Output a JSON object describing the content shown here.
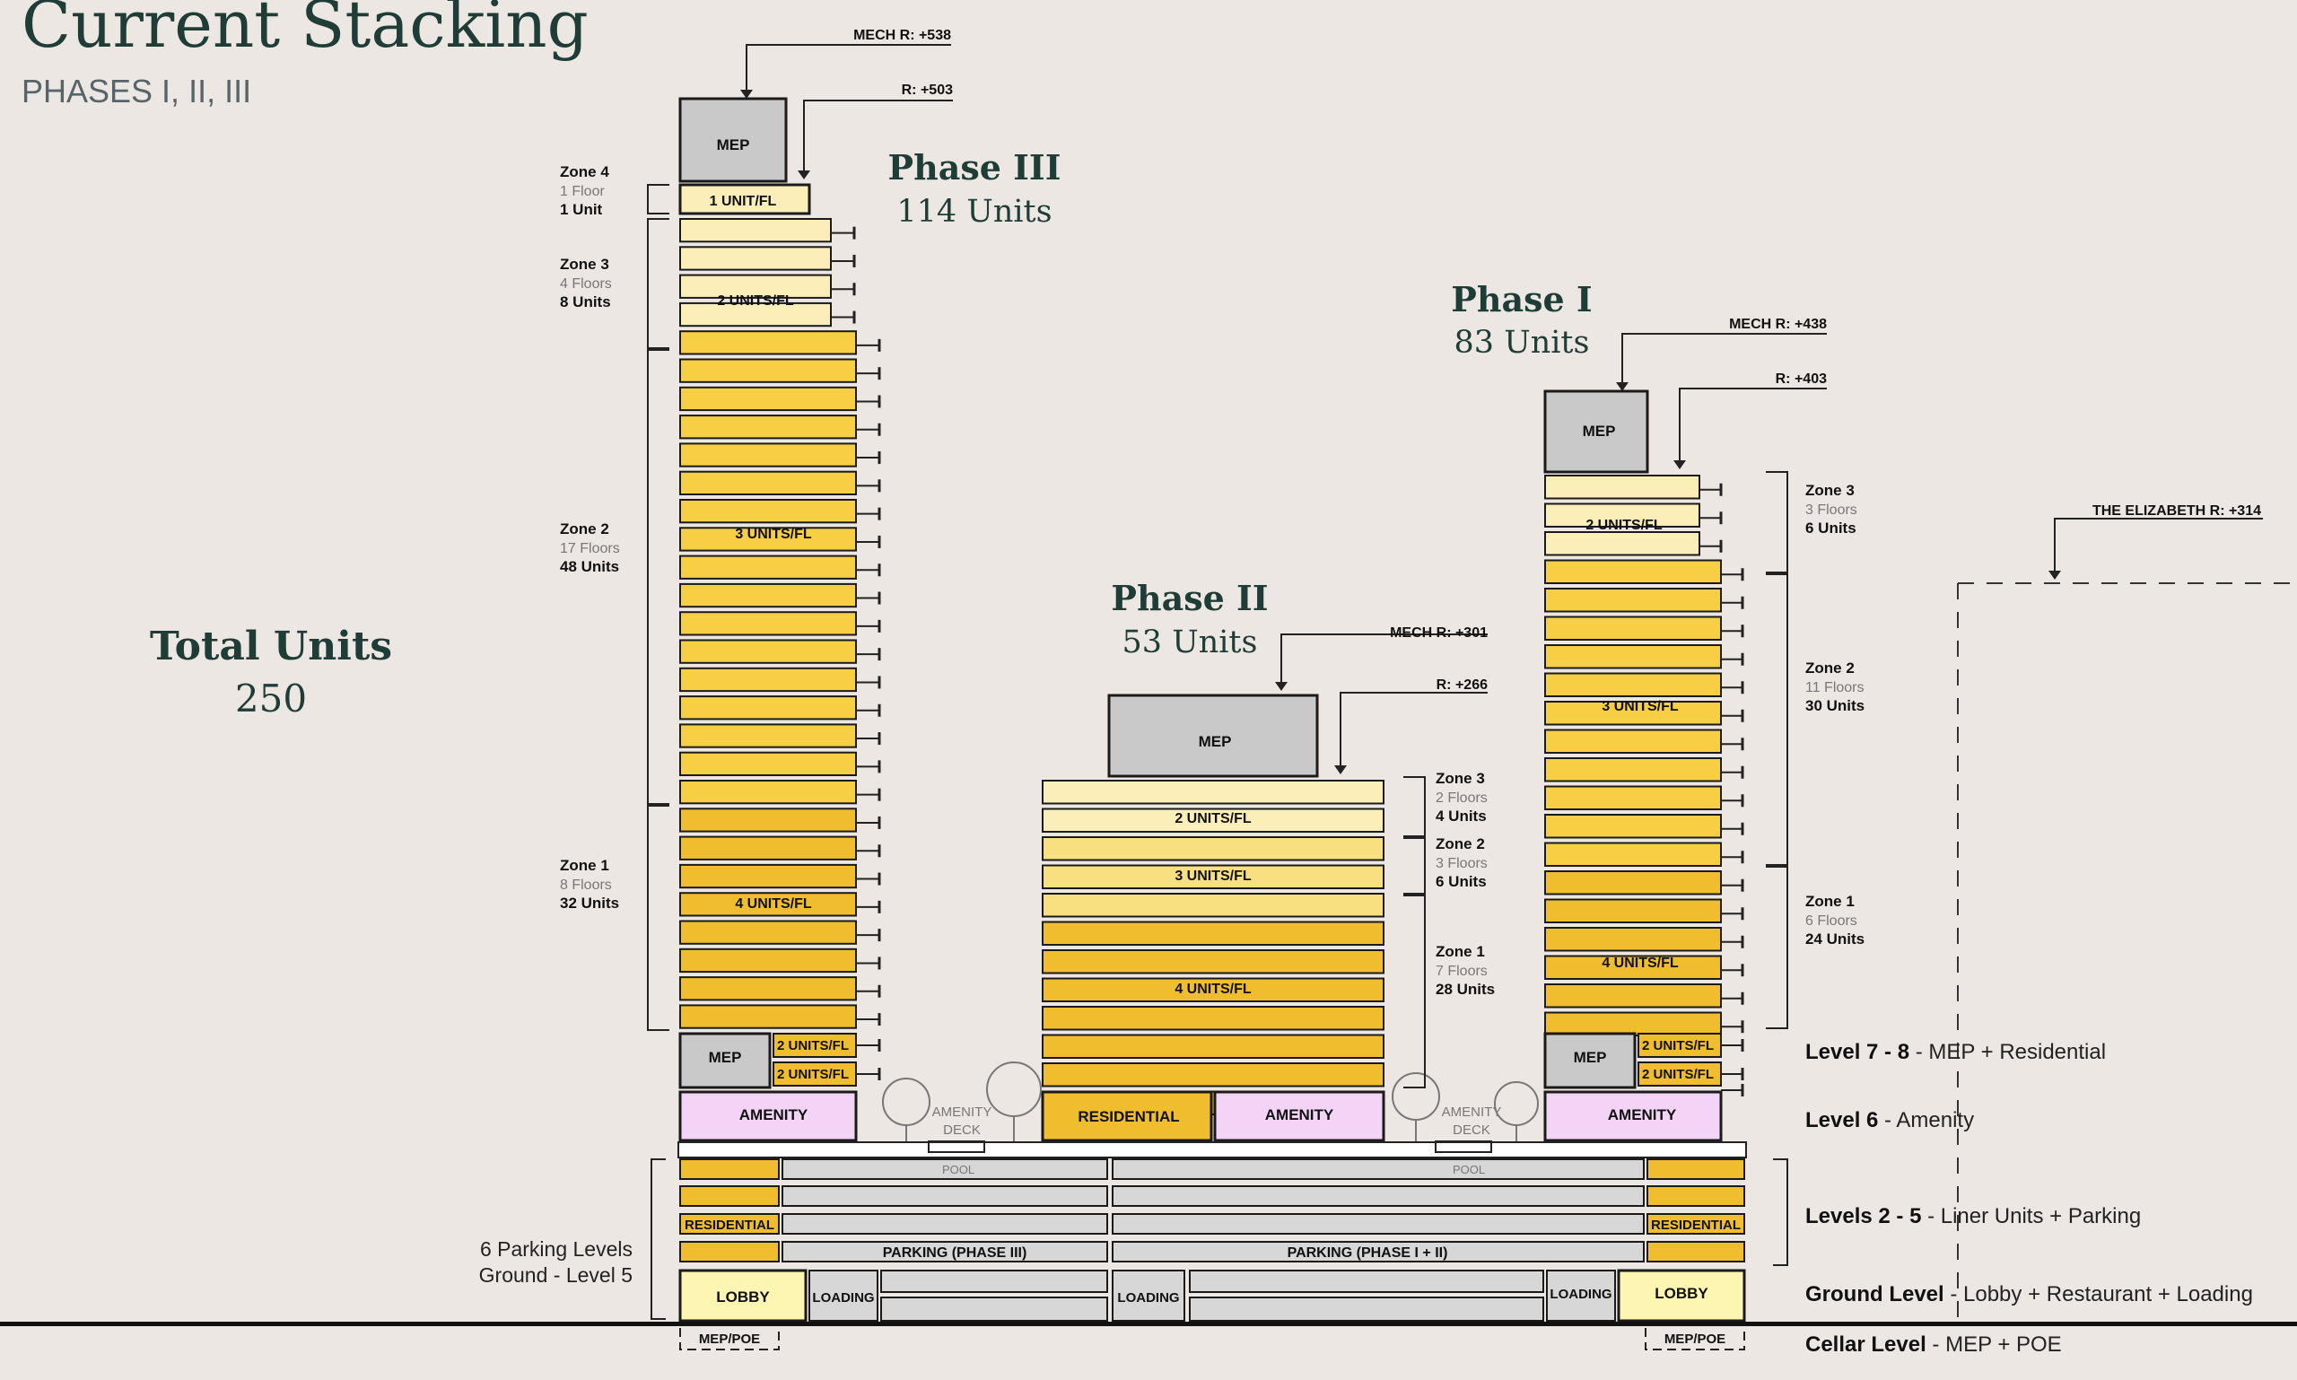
{
  "title": "Current Stacking",
  "subtitle": "PHASES I, II, III",
  "total": {
    "label": "Total Units",
    "value": "250"
  },
  "phase3": {
    "name": "Phase III",
    "units": "114 Units",
    "mech": "MECH R: +538",
    "roof": "R: +503"
  },
  "phase2": {
    "name": "Phase II",
    "units": "53 Units",
    "mech": "MECH R: +301",
    "roof": "R: +266"
  },
  "phase1": {
    "name": "Phase I",
    "units": "83 Units",
    "mech": "MECH R: +438",
    "roof": "R: +403"
  },
  "elizabeth": "THE ELIZABETH R: +314",
  "zones": {
    "p3": [
      {
        "name": "Zone 4",
        "floors": "1 Floor",
        "units": "1 Unit"
      },
      {
        "name": "Zone 3",
        "floors": "4 Floors",
        "units": "8 Units"
      },
      {
        "name": "Zone 2",
        "floors": "17 Floors",
        "units": "48 Units"
      },
      {
        "name": "Zone 1",
        "floors": "8 Floors",
        "units": "32 Units"
      }
    ],
    "p2": [
      {
        "name": "Zone 3",
        "floors": "2 Floors",
        "units": "4 Units"
      },
      {
        "name": "Zone 2",
        "floors": "3 Floors",
        "units": "6 Units"
      },
      {
        "name": "Zone 1",
        "floors": "7 Floors",
        "units": "28 Units"
      }
    ],
    "p1": [
      {
        "name": "Zone 3",
        "floors": "3 Floors",
        "units": "6 Units"
      },
      {
        "name": "Zone 2",
        "floors": "11 Floors",
        "units": "30 Units"
      },
      {
        "name": "Zone 1",
        "floors": "6 Floors",
        "units": "24 Units"
      }
    ]
  },
  "labels": {
    "mep": "MEP",
    "unit1": "1 UNIT/FL",
    "units2": "2 UNITS/FL",
    "units3": "3 UNITS/FL",
    "units4": "4 UNITS/FL",
    "amenity": "AMENITY",
    "amenity_deck_a": "AMENITY",
    "amenity_deck_b": "DECK",
    "residential": "RESIDENTIAL",
    "pool": "POOL",
    "parking3": "PARKING (PHASE III)",
    "parking12": "PARKING (PHASE I + II)",
    "lobby": "LOBBY",
    "loading": "LOADING",
    "mep_poe": "MEP/POE"
  },
  "parking_note": {
    "line1": "6 Parking Levels",
    "line2": "Ground - Level 5"
  },
  "levels": [
    {
      "name": "Level 7 - 8",
      "desc": " - MEP + Residential"
    },
    {
      "name": "Level 6",
      "desc": " - Amenity"
    },
    {
      "name": "Levels 2 - 5",
      "desc": " - Liner Units + Parking"
    },
    {
      "name": "Ground Level",
      "desc": " - Lobby + Restaurant + Loading"
    },
    {
      "name": "Cellar Level",
      "desc": " - MEP + POE"
    }
  ],
  "colors": {
    "bg": "#ede7e3",
    "mep": "#c9c9c9",
    "pale": "#fbeeb9",
    "light": "#f8df80",
    "yellow": "#f6cf45",
    "gold": "#f0bd2e",
    "amenity": "#f3d4f7",
    "parking": "#d7d7d7",
    "lobby": "#fdf5b2"
  }
}
